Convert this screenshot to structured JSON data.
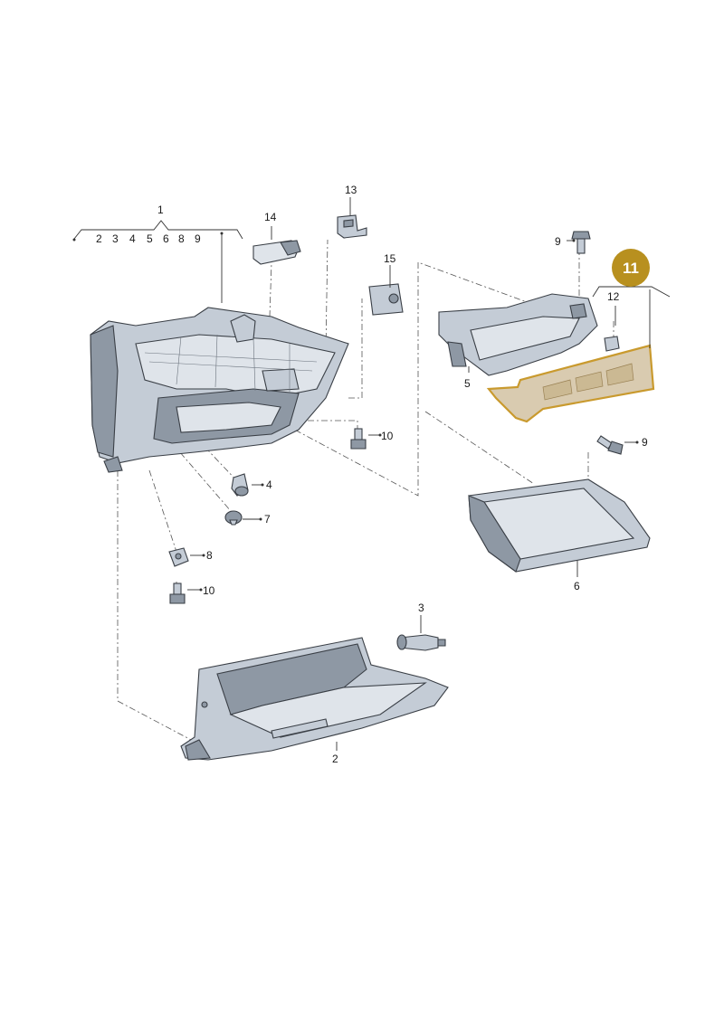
{
  "callouts": {
    "c1": "1",
    "c1_group": [
      "2",
      "3",
      "4",
      "5",
      "6",
      "8",
      "9"
    ],
    "c2": "2",
    "c3": "3",
    "c4": "4",
    "c5": "5",
    "c6": "6",
    "c7": "7",
    "c8": "8",
    "c9a": "9",
    "c9b": "9",
    "c10a": "10",
    "c10b": "10",
    "c12": "12",
    "c13": "13",
    "c14": "14",
    "c15": "15"
  },
  "highlight": {
    "label": "11",
    "color": "#b8901f"
  }
}
